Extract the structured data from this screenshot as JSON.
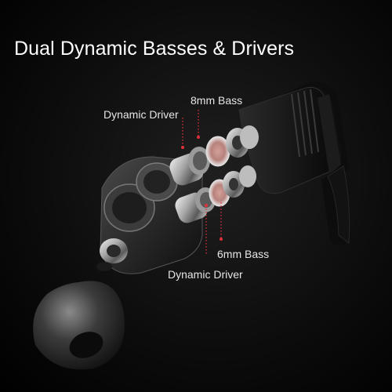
{
  "title": "Dual Dynamic Basses & Drivers",
  "labels": {
    "top_driver": "Dynamic Driver",
    "top_bass": "8mm Bass",
    "bottom_bass": "6mm Bass",
    "bottom_driver": "Dynamic Driver"
  },
  "colors": {
    "background": "#000000",
    "text": "#ffffff",
    "callout": "#e0303a"
  }
}
